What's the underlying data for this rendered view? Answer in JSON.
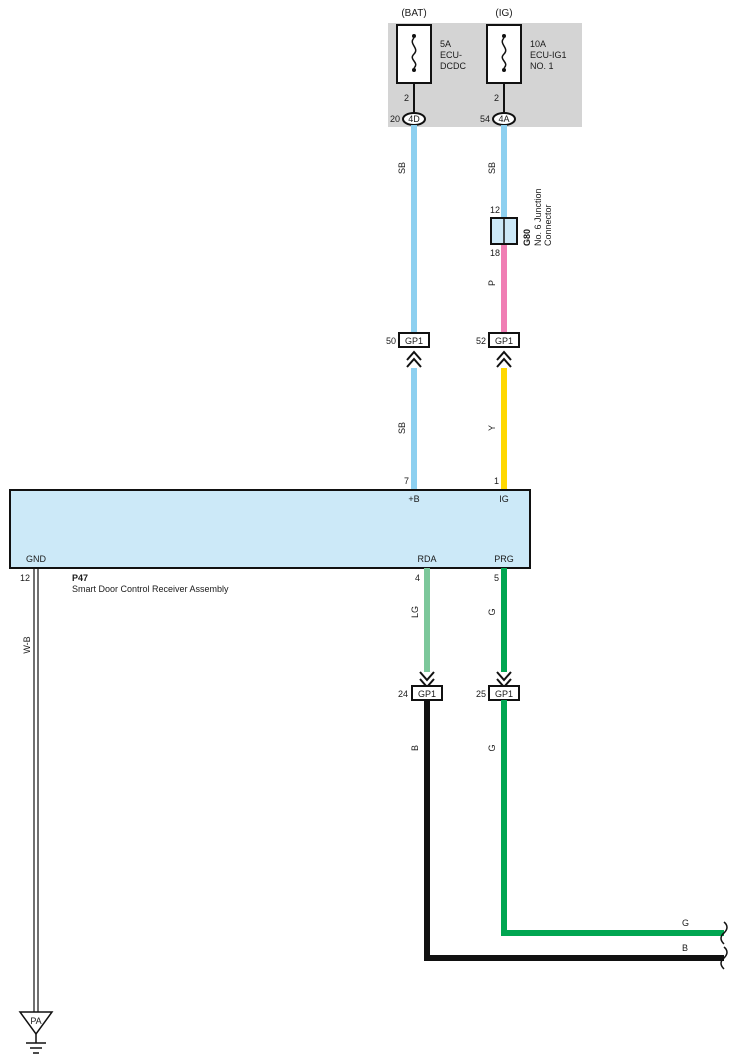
{
  "fuses": [
    {
      "source": "(BAT)",
      "rating": "5A",
      "name_line1": "ECU-",
      "name_line2": "DCDC",
      "fuse_pin": "2",
      "connector": "4D",
      "connector_pin": "20"
    },
    {
      "source": "(IG)",
      "rating": "10A",
      "name_line1": "ECU-IG1",
      "name_line2": "NO. 1",
      "fuse_pin": "2",
      "connector": "4A",
      "connector_pin": "54"
    }
  ],
  "junction": {
    "code": "G80",
    "name_line1": "No. 6 Junction",
    "name_line2": "Connector",
    "pin_top": "12",
    "pin_bottom": "18"
  },
  "connectors": {
    "gp1_upper_left": {
      "label": "GP1",
      "pin": "50"
    },
    "gp1_upper_right": {
      "label": "GP1",
      "pin": "52"
    },
    "gp1_lower_left": {
      "label": "GP1",
      "pin": "24"
    },
    "gp1_lower_right": {
      "label": "GP1",
      "pin": "25"
    }
  },
  "wires": {
    "sb_top_left": "SB",
    "sb_top_right": "SB",
    "p": "P",
    "sb_mid": "SB",
    "y": "Y",
    "lg": "LG",
    "g_mid": "G",
    "b_lower": "B",
    "g_lower": "G",
    "wb": "W-B",
    "g_right": "G",
    "b_right": "B"
  },
  "colors": {
    "sb": "#8dd0f0",
    "p": "#f07eb4",
    "y": "#ffd800",
    "lg": "#7cc79a",
    "g": "#00a651",
    "b": "#111111",
    "module_fill": "#cce9f8",
    "fuse_box": "#d4d4d4"
  },
  "module": {
    "code": "P47",
    "name": "Smart Door Control Receiver Assembly",
    "pins": {
      "b_plus": {
        "label": "+B",
        "num": "7"
      },
      "ig": {
        "label": "IG",
        "num": "1"
      },
      "gnd": {
        "label": "GND",
        "num": "12"
      },
      "rda": {
        "label": "RDA",
        "num": "4"
      },
      "prg": {
        "label": "PRG",
        "num": "5"
      }
    }
  },
  "ground": {
    "label": "PA"
  }
}
